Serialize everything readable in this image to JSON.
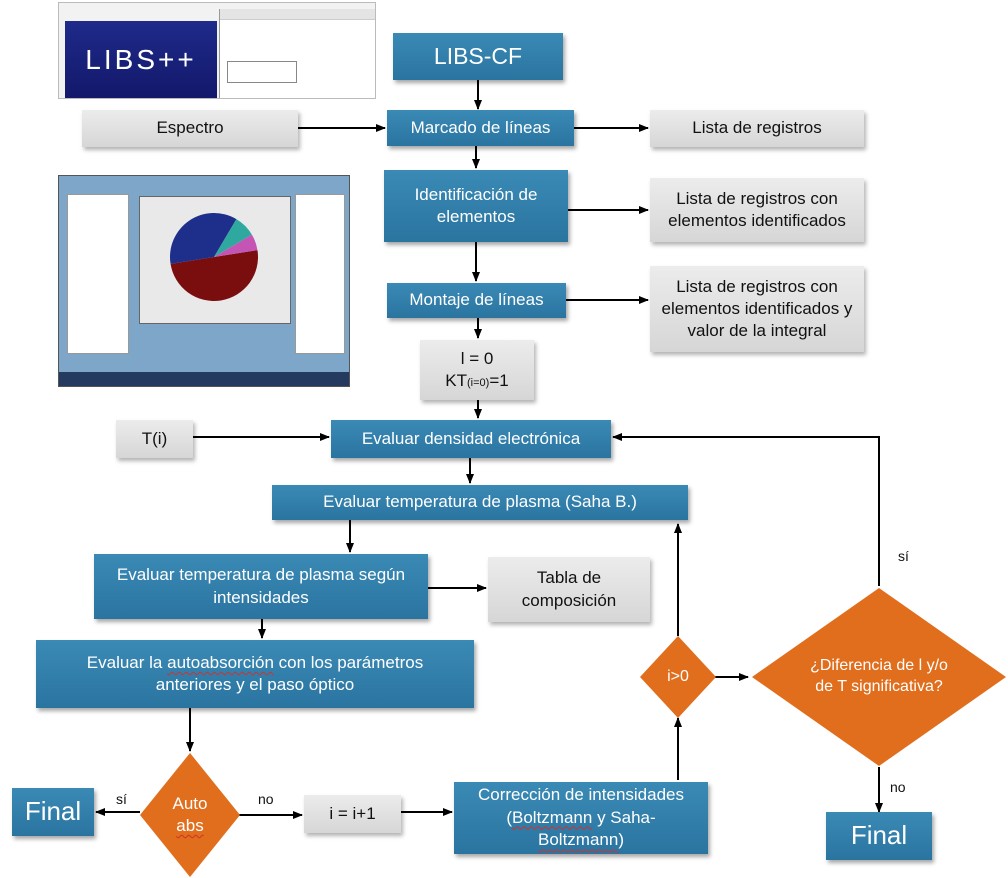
{
  "nodes": {
    "libs_cf": "LIBS-CF",
    "marcado": "Marcado de líneas",
    "espectro": "Espectro",
    "lista_registros": "Lista de registros",
    "identificacion": "Identificación de elementos",
    "lista_identificados": "Lista de registros con elementos identificados",
    "montaje": "Montaje de líneas",
    "lista_integral": "Lista de registros con elementos identificados y valor de la integral",
    "init_l": "l = 0",
    "init_kt": "KT",
    "init_kt_sub": "(i=0)",
    "init_kt_val": "=1",
    "ti": "T(i)",
    "densidad": "Evaluar densidad electrónica",
    "temp_saha": "Evaluar temperatura de plasma (Saha B.)",
    "temp_intensidades": "Evaluar temperatura de plasma según intensidades",
    "tabla": "Tabla de composición",
    "auto_prefix": "Evaluar la ",
    "auto_word": "autoabsorción",
    "auto_suffix": " con los parámetros anteriores y el paso óptico",
    "auto_abs_1": "Auto",
    "auto_abs_2": "abs",
    "final_left": "Final",
    "increment": "i = i+1",
    "correccion_1": "Corrección de intensidades",
    "correccion_2a": "(",
    "correccion_2b": "Boltzmann",
    "correccion_2c": " y Saha-",
    "correccion_3": "Boltzmann",
    "correccion_3b": ")",
    "i_gt_0": "i>0",
    "diferencia": "¿Diferencia de l y/o de T significativa?",
    "final_right": "Final"
  },
  "edge_labels": {
    "si_left": "sí",
    "no_left": "no",
    "si_right": "sí",
    "no_right": "no"
  },
  "thumbnails": {
    "logo_text": "LIBS++"
  },
  "chart_data": {
    "type": "pie",
    "values": [],
    "colors": [
      "#7a0e0e",
      "#1d2f8a",
      "#2fa9a0",
      "#c455b5"
    ]
  },
  "colors": {
    "process_blue": "#2d7aa8",
    "data_gray": "#dcdcdc",
    "decision_orange": "#e06e1d",
    "arrow": "#000000"
  }
}
